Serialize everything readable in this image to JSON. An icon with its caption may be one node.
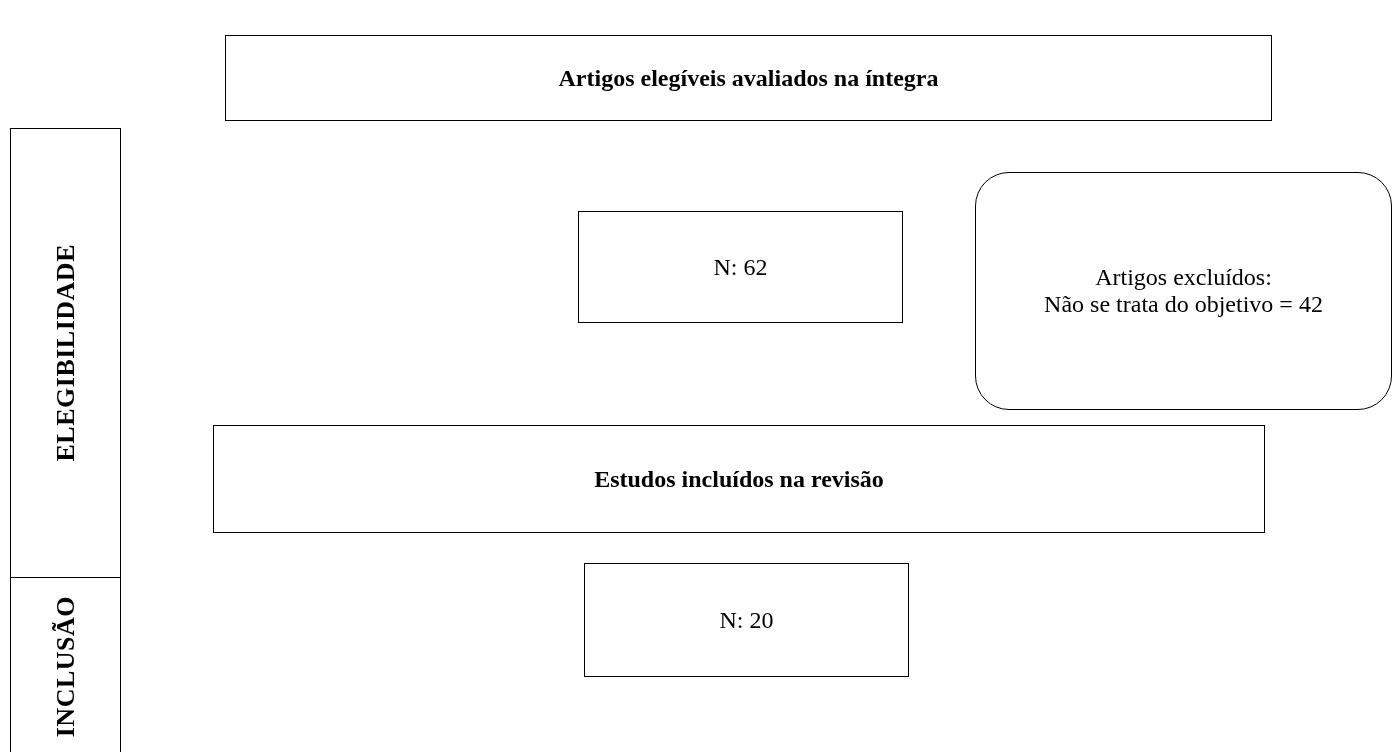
{
  "diagram": {
    "nodes": [
      {
        "text": [
          "Artigos elegíveis avaliados na íntegra"
        ]
      },
      {
        "text": [
          "ELEGIBILIDADE"
        ]
      },
      {
        "text": [
          "N: 62"
        ]
      },
      {
        "text": [
          "Artigos excluídos:",
          "Não se trata do objetivo = 42"
        ]
      },
      {
        "text": [
          "Estudos incluídos na revisão"
        ]
      },
      {
        "text": [
          "INCLUSÃO"
        ]
      },
      {
        "text": [
          "N: 20"
        ]
      }
    ]
  }
}
